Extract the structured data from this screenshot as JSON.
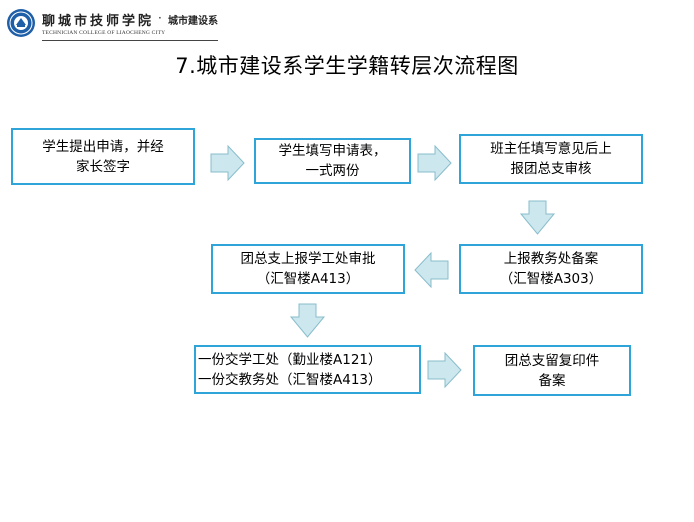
{
  "header": {
    "school_name_cn": "聊城市技师学院",
    "dot": "·",
    "school_sub_cn": "城市建设系",
    "school_name_en": "TECHNICIAN COLLEGE OF LIAOCHENG CITY"
  },
  "title": "7.城市建设系学生学籍转层次流程图",
  "steps": [
    {
      "lines": [
        "学生提出申请，并经",
        "家长签字"
      ]
    },
    {
      "lines": [
        "学生填写申请表，",
        "一式两份"
      ]
    },
    {
      "lines": [
        "班主任填写意见后上",
        "报团总支审核"
      ]
    },
    {
      "lines": [
        "上报教务处备案",
        "（汇智楼A303）"
      ]
    },
    {
      "lines": [
        "团总支上报学工处审批",
        "（汇智楼A413）"
      ]
    },
    {
      "lines": [
        "一份交学工处（勤业楼A121）",
        "一份交教务处（汇智楼A413）"
      ]
    },
    {
      "lines": [
        "团总支留复印件",
        "备案"
      ]
    }
  ],
  "colors": {
    "box_border": "#2fa4d8",
    "arrow_fill": "#cce8ee",
    "arrow_stroke": "#88bccb"
  }
}
